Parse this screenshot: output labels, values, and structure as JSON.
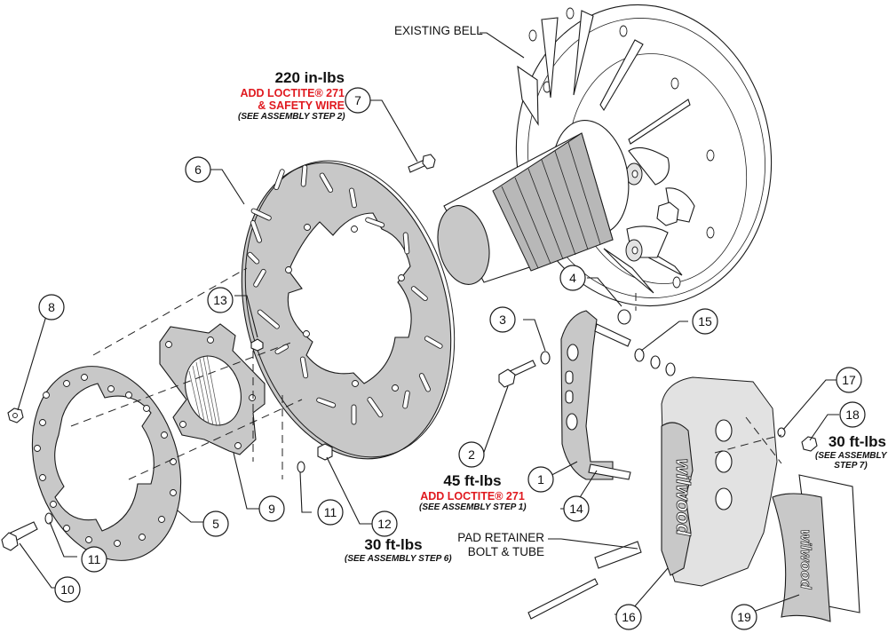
{
  "diagram": {
    "type": "exploded-assembly",
    "labels": {
      "existing_bell": "EXISTING BELL",
      "pad_retainer_line1": "PAD RETAINER",
      "pad_retainer_line2": "BOLT & TUBE"
    },
    "torque_specs": [
      {
        "id": "t220",
        "torque": "220 in-lbs",
        "loctite": "ADD LOCTITE® 271",
        "extra": "& SAFETY WIRE",
        "note": "(SEE ASSEMBLY STEP 2)"
      },
      {
        "id": "t45",
        "torque": "45 ft-lbs",
        "loctite": "ADD LOCTITE® 271",
        "note": "(SEE ASSEMBLY STEP 1)"
      },
      {
        "id": "t30a",
        "torque": "30 ft-lbs",
        "note": "(SEE ASSEMBLY STEP 6)"
      },
      {
        "id": "t30b",
        "torque": "30 ft-lbs",
        "note_line1": "(SEE ASSEMBLY",
        "note_line2": "STEP 7)"
      }
    ],
    "callouts": [
      "1",
      "2",
      "3",
      "4",
      "5",
      "6",
      "7",
      "8",
      "9",
      "10",
      "11",
      "12",
      "13",
      "14",
      "15",
      "16",
      "17",
      "18",
      "19"
    ],
    "brand_marks": {
      "caliper": "wilwood",
      "pad": "wilwood"
    },
    "accent_colors": {
      "warning_red": "#e0191f",
      "part_gray": "#c8c8c8",
      "line": "#1a1a1a"
    }
  }
}
